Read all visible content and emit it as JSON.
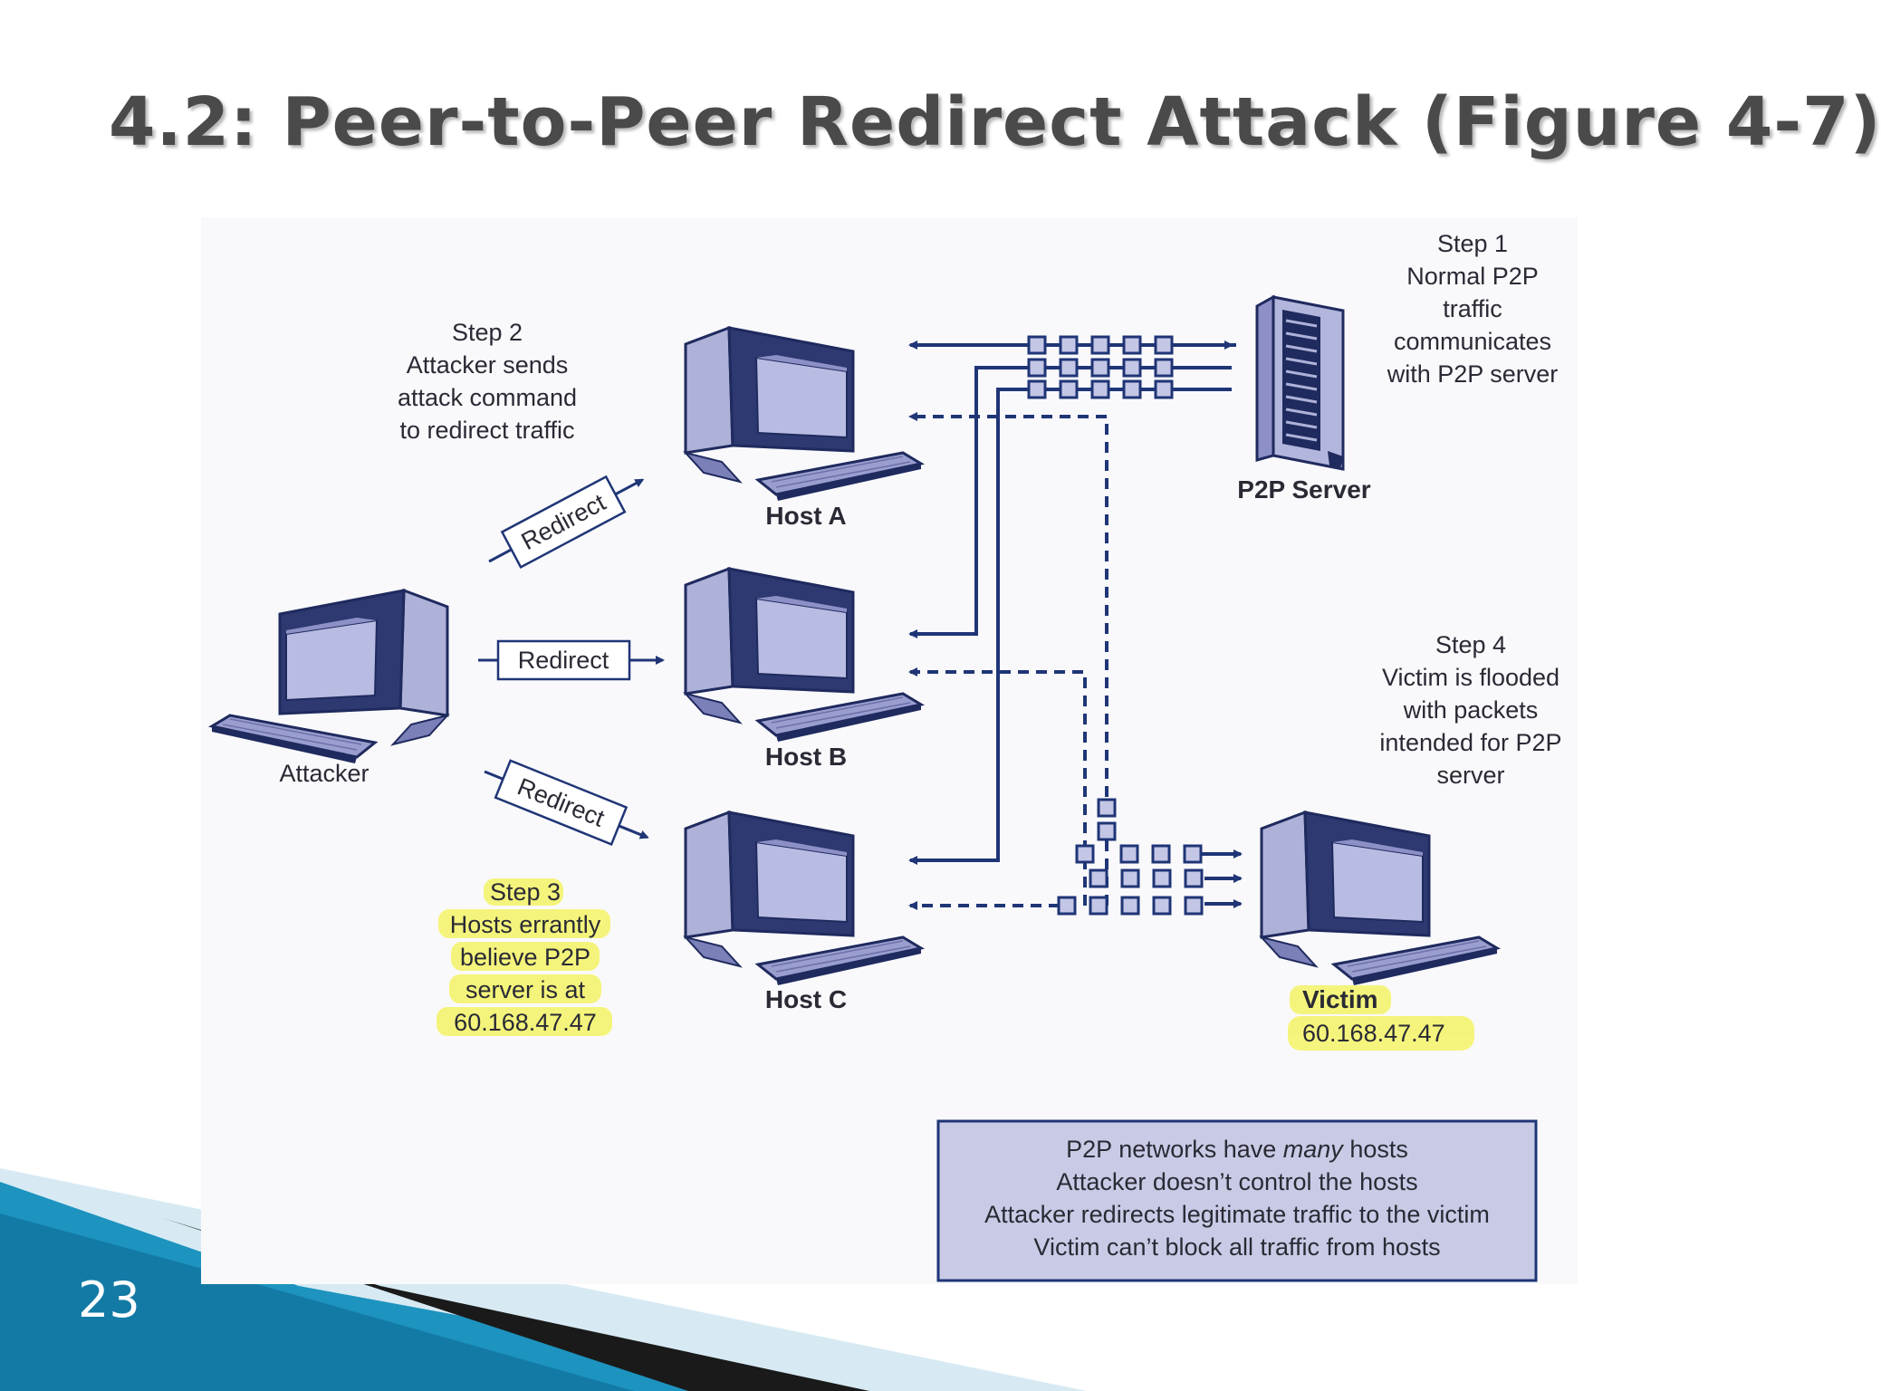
{
  "slide": {
    "title": "4.2: Peer-to-Peer Redirect Attack (Figure 4-7)",
    "page_number": "23"
  },
  "diagram": {
    "nodes": {
      "attacker": "Attacker",
      "host_a": "Host A",
      "host_b": "Host B",
      "host_c": "Host C",
      "server": "P2P Server",
      "victim": "Victim",
      "victim_ip": "60.168.47.47"
    },
    "redirect_label": "Redirect",
    "steps": {
      "step1": [
        "Step 1",
        "Normal P2P",
        "traffic",
        "communicates",
        "with P2P server"
      ],
      "step2": [
        "Step 2",
        "Attacker sends",
        "attack command",
        "to redirect traffic"
      ],
      "step3": [
        "Step 3",
        "Hosts errantly",
        "believe P2P",
        "server is at",
        "60.168.47.47"
      ],
      "step4": [
        "Step 4",
        "Victim is flooded",
        "with packets",
        "intended for P2P",
        "server"
      ]
    },
    "notes": {
      "line1_pre": "P2P networks have ",
      "line1_em": "many",
      "line1_post": " hosts",
      "line2": "Attacker doesn’t control the hosts",
      "line3": "Attacker redirects legitimate traffic to the victim",
      "line4": "Victim can’t block all traffic from hosts"
    }
  },
  "colors": {
    "line": "#1f3576",
    "monitor_fill": "#b3b6dc",
    "monitor_dark": "#1f2a5e",
    "packet_fill": "#c4c6e6",
    "highlight": "#f4f466",
    "note_box": "#c9cbe6",
    "ribbon_blue": "#1c8fb8"
  },
  "icons": [
    "computer-icon",
    "server-icon",
    "packet-icon",
    "arrow-icon"
  ]
}
